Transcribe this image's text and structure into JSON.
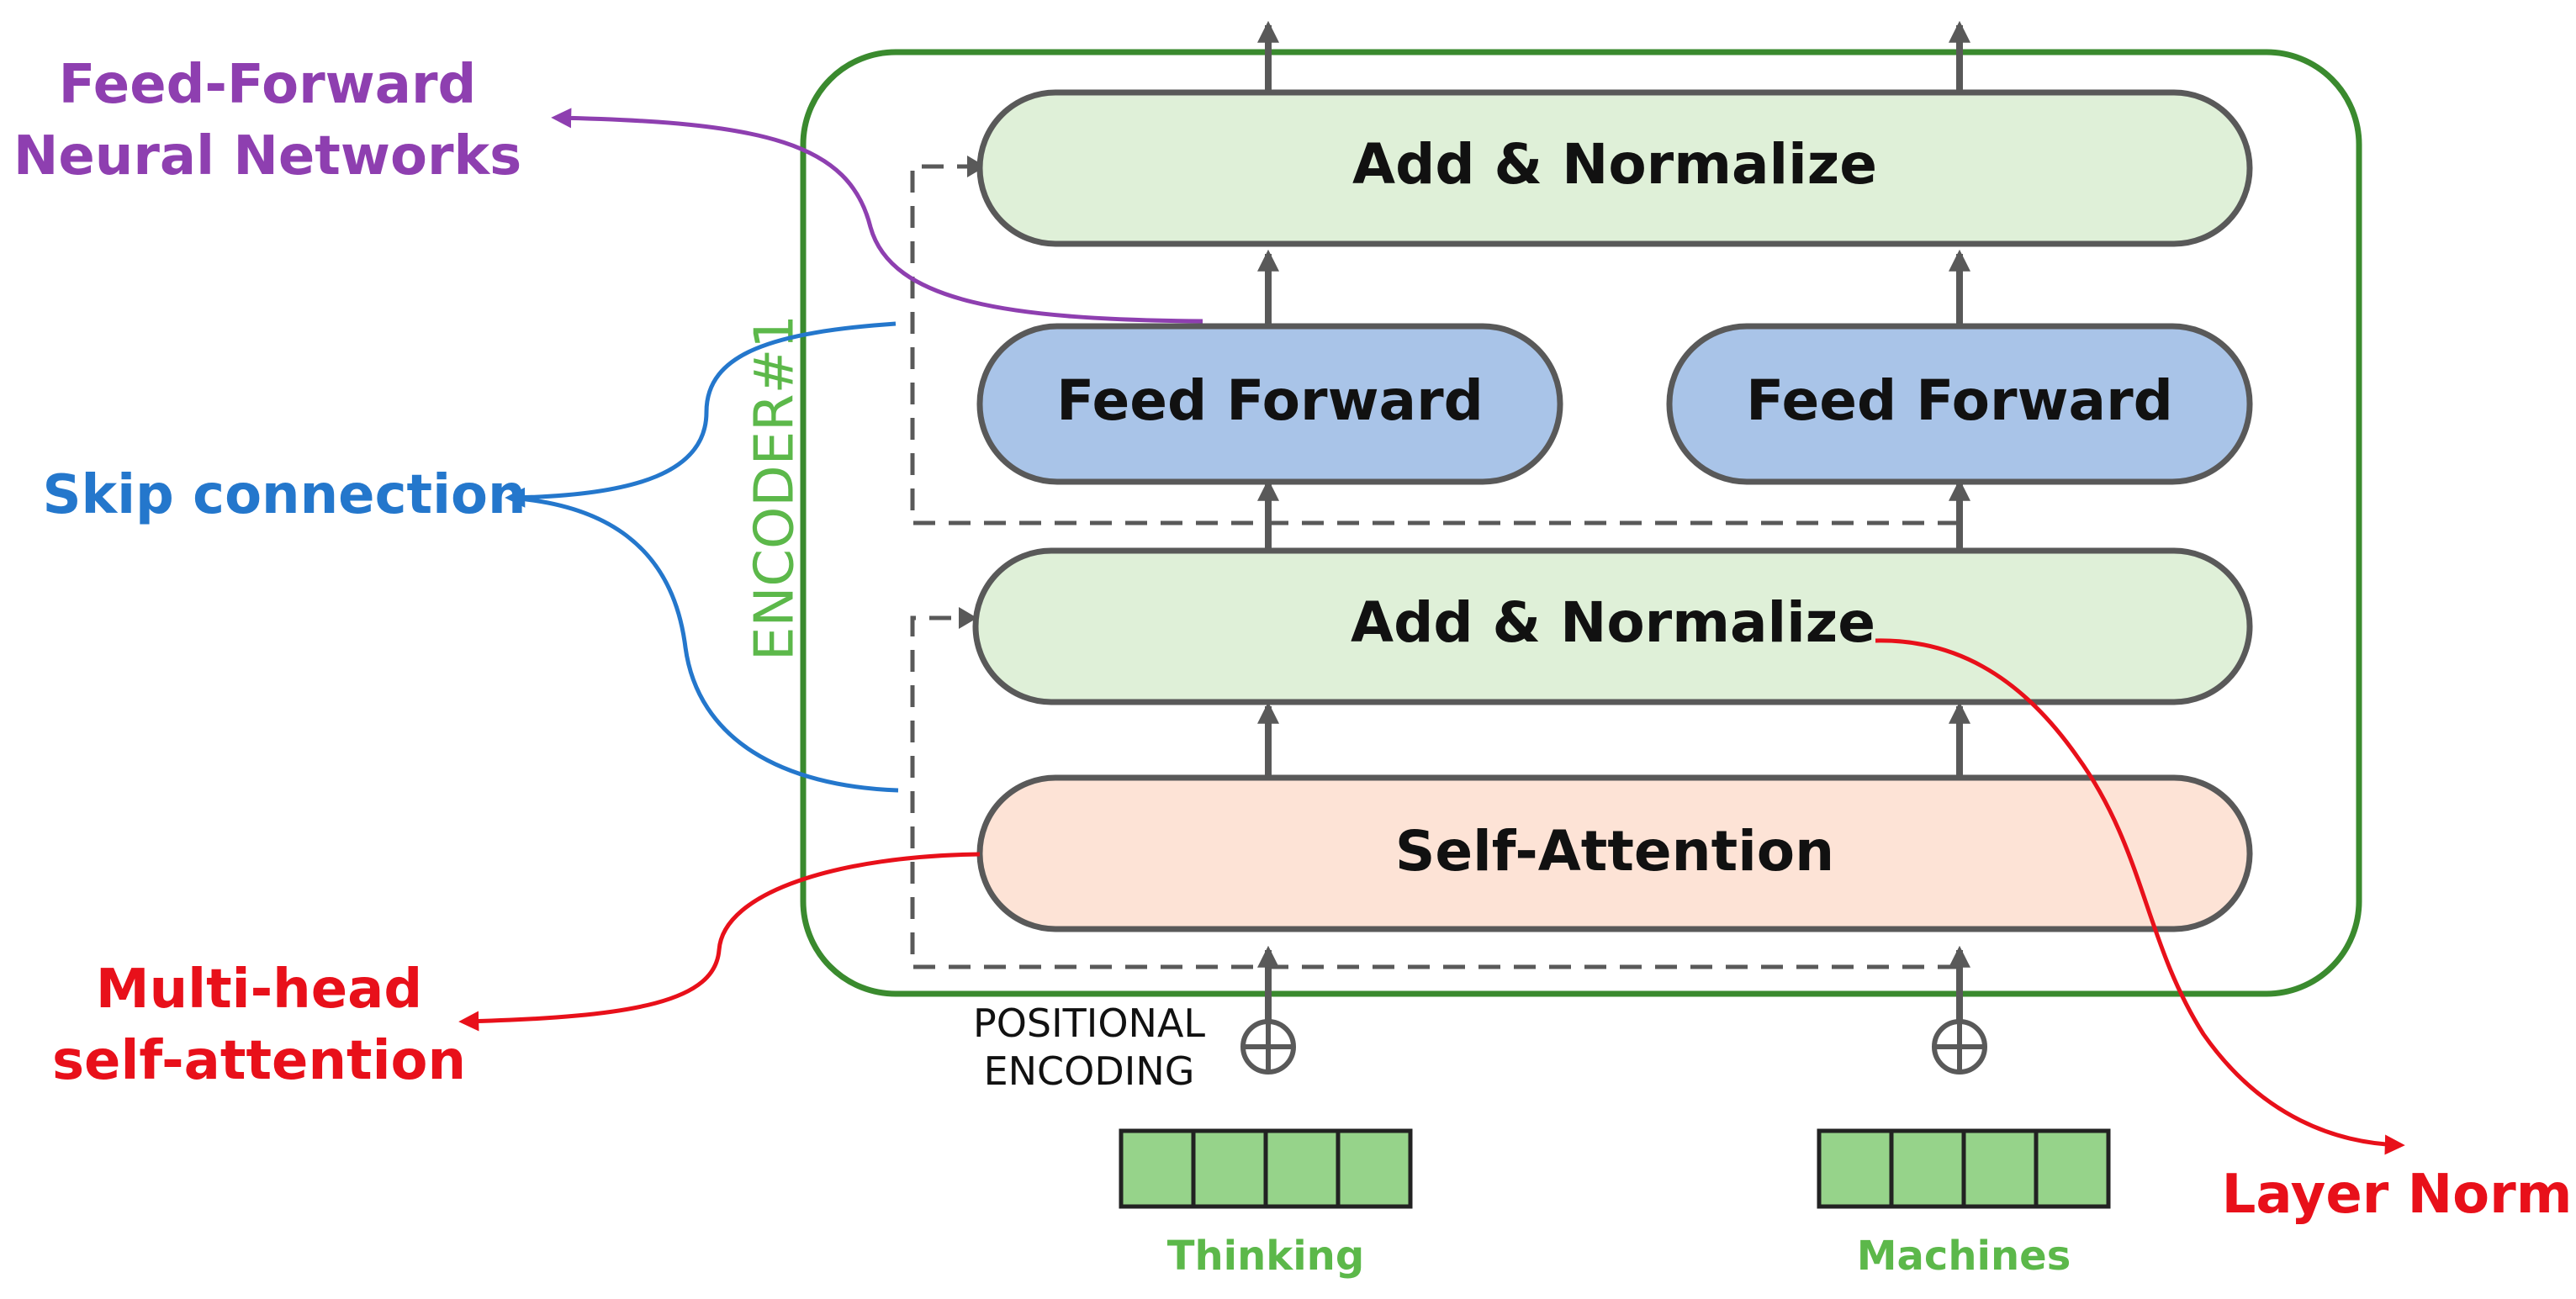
{
  "encoder": {
    "label": "ENCODER#1"
  },
  "blocks": {
    "add_normalize_top": "Add & Normalize",
    "feed_forward_left": "Feed Forward",
    "feed_forward_right": "Feed Forward",
    "add_normalize_bottom": "Add & Normalize",
    "self_attention": "Self-Attention"
  },
  "positional_encoding": {
    "line1": "POSITIONAL",
    "line2": "ENCODING"
  },
  "inputs": {
    "left": "Thinking",
    "right": "Machines"
  },
  "annotations": {
    "ffn_line1": "Feed-Forward",
    "ffn_line2": "Neural Networks",
    "skip": "Skip connection",
    "mhsa_line1": "Multi-head",
    "mhsa_line2": "self-attention",
    "layer_norm": "Layer Norm"
  },
  "colors": {
    "encoder_border": "#3a8a2e",
    "encoder_label": "#5cb84a",
    "add_norm_fill": "#dff0d8",
    "feed_forward_fill": "#a9c4e8",
    "self_attention_fill": "#fde3d6",
    "input_cell_fill": "#96d38a",
    "input_label": "#5cb84a",
    "ffn_annotation": "#8e3fb0",
    "skip_annotation": "#2477cc",
    "red_annotation": "#e8101a",
    "outline": "#595959"
  }
}
